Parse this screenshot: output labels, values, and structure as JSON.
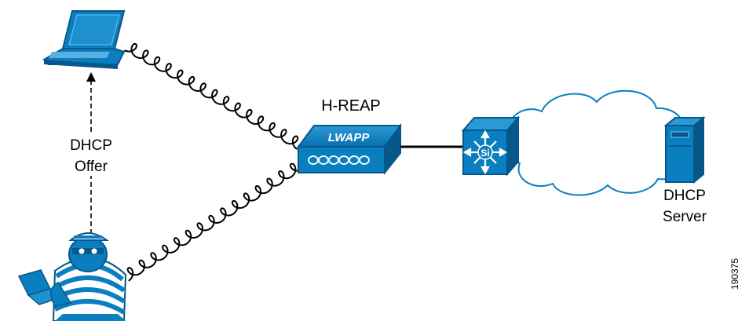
{
  "labels": {
    "ap": "H-REAP",
    "ap_face": "LWAPP",
    "offer_line1": "DHCP",
    "offer_line2": "Offer",
    "server_line1": "DHCP",
    "server_line2": "Server",
    "switch_badge": "Si",
    "figure_id": "190375"
  },
  "icons": {
    "laptop": "laptop-icon",
    "attacker": "rogue-attacker-icon",
    "access_point": "access-point-icon",
    "switch": "multilayer-switch-icon",
    "cloud": "network-cloud-icon",
    "server": "server-icon"
  },
  "colors": {
    "device_blue": "#0a7fc0",
    "device_dark": "#06578a",
    "line": "#000000"
  }
}
